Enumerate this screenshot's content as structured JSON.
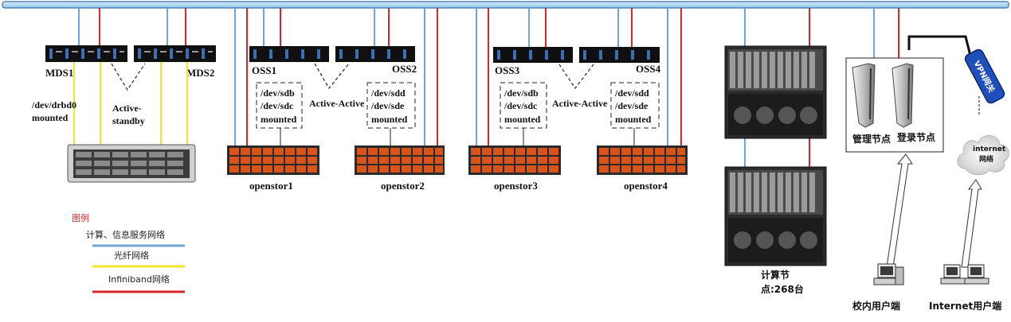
{
  "colors": {
    "bus_fill": "#a9d7ef",
    "bus_stroke": "#3a6ea8",
    "compute_network": "#6fa7d8",
    "fiber_network": "#f2e52a",
    "infiniband_network": "#d6262b",
    "switch_body": "#101010",
    "storage_orange": "#d9541a",
    "server_grey": "#555555"
  },
  "mds": {
    "left_label": "MDS1",
    "right_label": "MDS2",
    "mount_label_1": "/dev/drbd0",
    "mount_label_2": "mounted",
    "ha_label_1": "Active-",
    "ha_label_2": "standby"
  },
  "oss_groups": [
    {
      "left_label": "OSS1",
      "right_label": "OSS2",
      "ha_label": "Active-Active",
      "left_box": [
        "/dev/sdb",
        "/dev/sdc",
        "mounted"
      ],
      "right_box": [
        "/dev/sdd",
        "/dev/sde",
        "mounted"
      ],
      "storage_left": "openstor1",
      "storage_right": "openstor2"
    },
    {
      "left_label": "OSS3",
      "right_label": "OSS4",
      "ha_label": "Active-Active",
      "left_box": [
        "/dev/sdb",
        "/dev/sdc",
        "mounted"
      ],
      "right_box": [
        "/dev/sdd",
        "/dev/sde",
        "mounted"
      ],
      "storage_left": "openstor3",
      "storage_right": "openstor4"
    }
  ],
  "compute": {
    "label_line1": "计算节",
    "label_line2": "点:268台"
  },
  "mgmt": {
    "mgmt_node": "管理节点",
    "login_node": "登录节点",
    "vpn_gateway": "VPN网关",
    "internet_line1": "internet",
    "internet_line2": "网络"
  },
  "clients": {
    "campus": "校内用户端",
    "internet": "Internet用户端"
  },
  "legend": {
    "title": "图例",
    "compute_net": "计算、信息服务网络",
    "fiber_net": "光纤网络",
    "infiniband_net": "Infiniband网络"
  }
}
